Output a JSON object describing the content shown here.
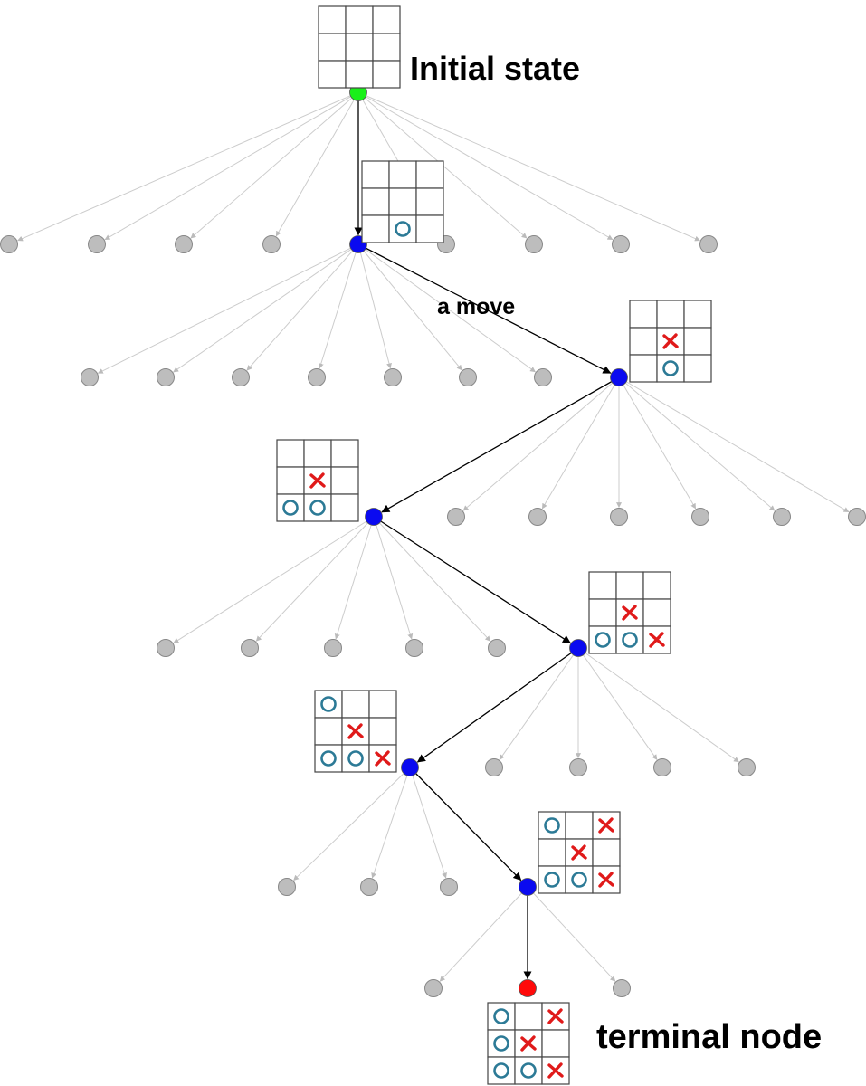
{
  "labels": {
    "initial": "Initial state",
    "move": "a move",
    "terminal": "terminal node"
  },
  "colors": {
    "initial_node": "#19f019",
    "path_node": "#0a0af0",
    "terminal_node": "#ff0a0a",
    "other_node": "#bdbdbd",
    "path_edge": "#000000",
    "other_edge": "#cccccc",
    "o_mark": "#2c7a96",
    "x_mark": "#e01a1a"
  },
  "tree": {
    "levels": [
      {
        "role": "initial",
        "branches": 9,
        "chosen_index": 4,
        "board": [
          "",
          "",
          "",
          "",
          "",
          "",
          "",
          "",
          ""
        ]
      },
      {
        "role": "path",
        "branches": 8,
        "chosen_index": 7,
        "board": [
          "",
          "",
          "",
          "",
          "",
          "",
          "",
          "O",
          ""
        ]
      },
      {
        "role": "path",
        "branches": 7,
        "chosen_index": 0,
        "board": [
          "",
          "",
          "",
          "",
          "X",
          "",
          "",
          "O",
          ""
        ]
      },
      {
        "role": "path",
        "branches": 6,
        "chosen_index": 5,
        "board": [
          "",
          "",
          "",
          "",
          "X",
          "",
          "O",
          "O",
          ""
        ]
      },
      {
        "role": "path",
        "branches": 5,
        "chosen_index": 0,
        "board": [
          "",
          "",
          "",
          "",
          "X",
          "",
          "O",
          "O",
          "X"
        ]
      },
      {
        "role": "path",
        "branches": 4,
        "chosen_index": 3,
        "board": [
          "O",
          "",
          "",
          "",
          "X",
          "",
          "O",
          "O",
          "X"
        ]
      },
      {
        "role": "path",
        "branches": 3,
        "chosen_index": 1,
        "board": [
          "O",
          "",
          "X",
          "",
          "X",
          "",
          "O",
          "O",
          "X"
        ]
      },
      {
        "role": "terminal",
        "branches": 0,
        "board": [
          "O",
          "",
          "X",
          "O",
          "X",
          "",
          "O",
          "O",
          "X"
        ]
      }
    ]
  }
}
